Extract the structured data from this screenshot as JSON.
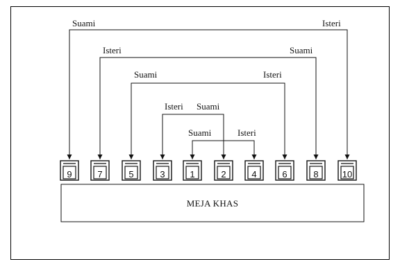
{
  "connections": [
    {
      "left_seat": "9",
      "right_seat": "10",
      "left_label": "Suami",
      "right_label": "Isteri"
    },
    {
      "left_seat": "7",
      "right_seat": "8",
      "left_label": "Isteri",
      "right_label": "Suami"
    },
    {
      "left_seat": "5",
      "right_seat": "6",
      "left_label": "Suami",
      "right_label": "Isteri"
    },
    {
      "left_seat": "3",
      "right_seat": "2",
      "left_label": "Isteri",
      "right_label": "Suami"
    },
    {
      "left_seat": "1",
      "right_seat": "4",
      "left_label": "Suami",
      "right_label": "Isteri"
    }
  ],
  "seats": [
    "9",
    "7",
    "5",
    "3",
    "1",
    "2",
    "4",
    "6",
    "8",
    "10"
  ],
  "table_label": "MEJA KHAS"
}
